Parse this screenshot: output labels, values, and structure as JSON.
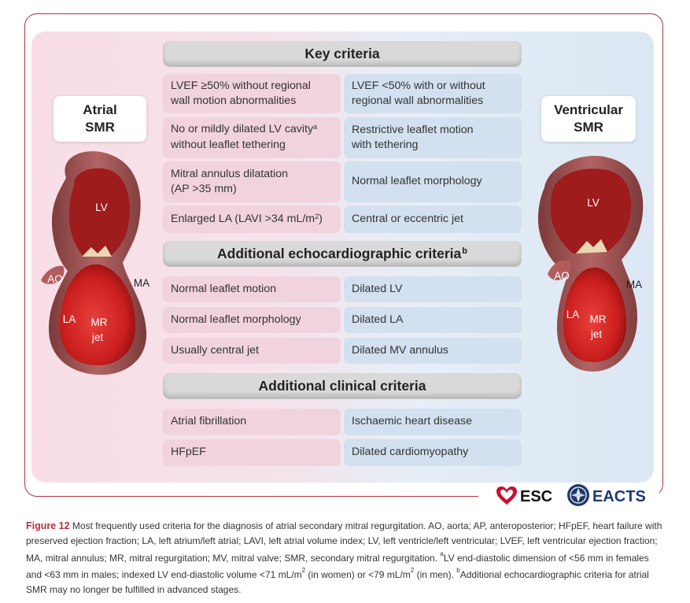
{
  "key_header": "Key criteria",
  "echo_header": "Additional echocardiographic criteria",
  "echo_header_sup": "b",
  "clinical_header": "Additional clinical criteria",
  "left_label": "Atrial\nSMR",
  "right_label": "Ventricular\nSMR",
  "key_rows": [
    {
      "left": "LVEF ≥50% without regional\nwall motion abnormalities",
      "right": "LVEF <50% with or without\nregional wall abnormalities"
    },
    {
      "left": "No or mildly dilated LV cavity",
      "left_sup": "a",
      "left2": "without leaflet tethering",
      "right": "Restrictive leaflet motion\nwith tethering"
    },
    {
      "left": "Mitral annulus dilatation\n(AP >35 mm)",
      "right": "Normal leaflet morphology"
    },
    {
      "left": "Enlarged LA (LAVI  >34 mL/m",
      "left_sup": "2",
      "left_end": ")",
      "right": "Central or eccentric jet"
    }
  ],
  "echo_rows": [
    {
      "left": "Normal leaflet motion",
      "right": "Dilated LV"
    },
    {
      "left": "Normal leaflet morphology",
      "right": "Dilated LA"
    },
    {
      "left": "Usually central jet",
      "right": "Dilated MV annulus"
    }
  ],
  "clinical_rows": [
    {
      "left": "Atrial fibrillation",
      "right": "Ischaemic heart disease"
    },
    {
      "left": "HFpEF",
      "right": "Dilated cardiomyopathy"
    }
  ],
  "heart_left": {
    "lv": "LV",
    "ao": "AO",
    "ma": "MA",
    "la": "LA",
    "mr": "MR",
    "jet": "jet"
  },
  "heart_right": {
    "lv": "LV",
    "ao": "AO",
    "ma": "MA",
    "la": "LA",
    "mr": "MR",
    "jet": "jet"
  },
  "logos": {
    "esc": "ESC",
    "eacts": "EACTS"
  },
  "caption": {
    "fig": "Figure 12",
    "p1": " Most frequently used criteria for the diagnosis of atrial secondary mitral regurgitation. AO, aorta; AP, anteroposterior; HFpEF, heart failure with preserved ejection fraction; LA, left atrium/left atrial; LAVI, left atrial volume index; LV, left ventricle/left ventricular; LVEF, left ventricular ejection fraction; MA, mitral annulus; MR, mitral regurgitation; MV, mitral valve; SMR, secondary mitral regurgitation. ",
    "sup_a": "a",
    "p2": "LV end-diastolic dimension of <56 mm in females and <63 mm in males; indexed LV end-diastolic volume <71 mL/m",
    "sup_2a": "2",
    "p3": " (in women) or <79 mL/m",
    "sup_2b": "2",
    "p4": " (in men). ",
    "sup_b": "b",
    "p5": "Additional echocardiographic criteria for atrial SMR may no longer be fulfilled in advanced stages."
  },
  "colors": {
    "accent": "#b4323a",
    "pink_cell": "#f1d3de",
    "blue_cell": "#d2e0ef",
    "header": "#d9d9d9"
  }
}
